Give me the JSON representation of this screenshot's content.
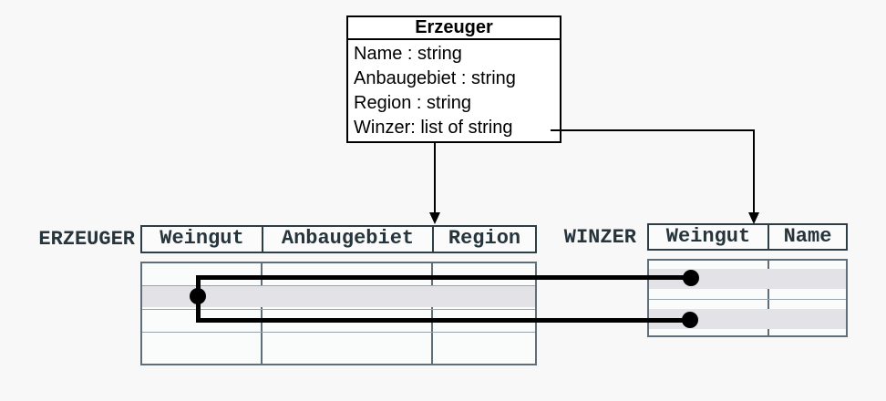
{
  "diagram": {
    "class_box": {
      "title": "Erzeuger",
      "attributes": [
        "Name : string",
        "Anbaugebiet : string",
        "Region : string",
        "Winzer: list of string"
      ]
    },
    "tables": {
      "erzeuger": {
        "label": "ERZEUGER",
        "columns": [
          "Weingut",
          "Anbaugebiet",
          "Region"
        ],
        "highlighted_rows": 1,
        "body_rows": 4
      },
      "winzer": {
        "label": "WINZER",
        "columns": [
          "Weingut",
          "Name"
        ],
        "highlighted_rows": 2,
        "body_rows": 2
      }
    },
    "connectors": {
      "description": "one tuple of ERZEUGER linked to two tuples of WINZER",
      "dots": 3
    },
    "colors": {
      "background": "#f8f8f8",
      "class_box_fill": "#ffffff",
      "class_box_border": "#000000",
      "arrow_line": "#000000",
      "connector_line": "#000000",
      "header_border": "#2e3e47",
      "table_border": "#5f6e78",
      "grid_line": "#97a3ab",
      "header_text": "#26343b",
      "row_highlight": "#e3e3e7"
    }
  }
}
